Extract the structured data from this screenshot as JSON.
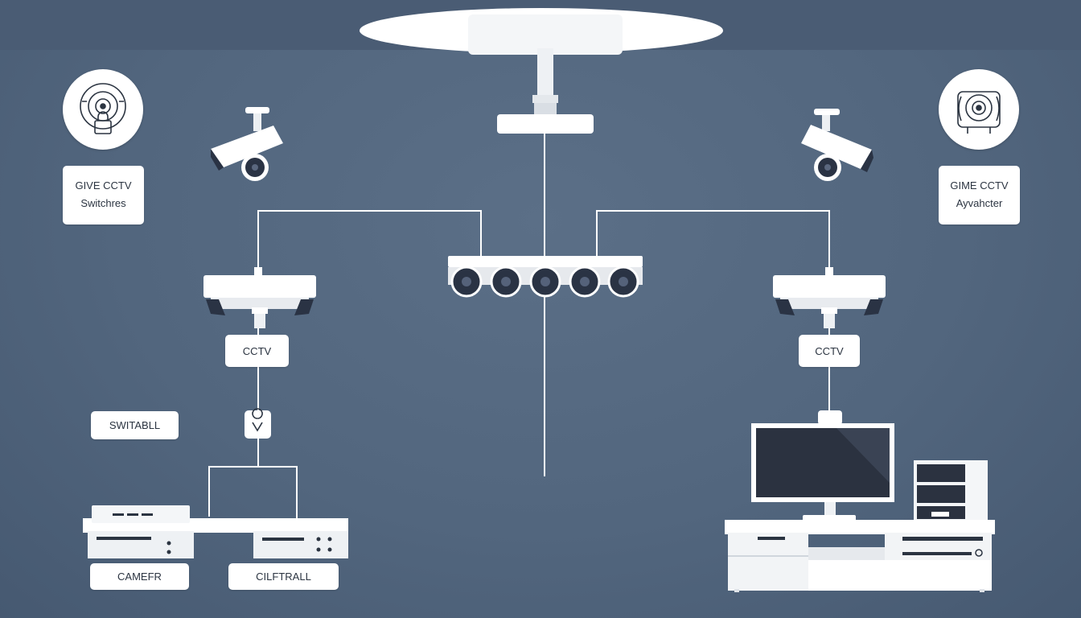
{
  "colors": {
    "background_top": "#4a5c74",
    "background_main": "#52667e",
    "wire": "#ffffff",
    "device": "#ffffff",
    "lens": "#2a3344",
    "screen": "#2b3240"
  },
  "icons": {
    "left_badge": "camera-lock-icon",
    "right_badge": "camera-dome-icon"
  },
  "labels": {
    "top_left_line1": "GIVE CCTV",
    "top_left_line2": "Switchres",
    "top_right_line1": "GIME CCTV",
    "top_right_line2": "Ayvahcter",
    "cctv_left": "CCTV",
    "cctv_right": "CCTV",
    "switch": "SWITABLL",
    "camera": "CAMEFR",
    "central": "CILFTRALL"
  }
}
